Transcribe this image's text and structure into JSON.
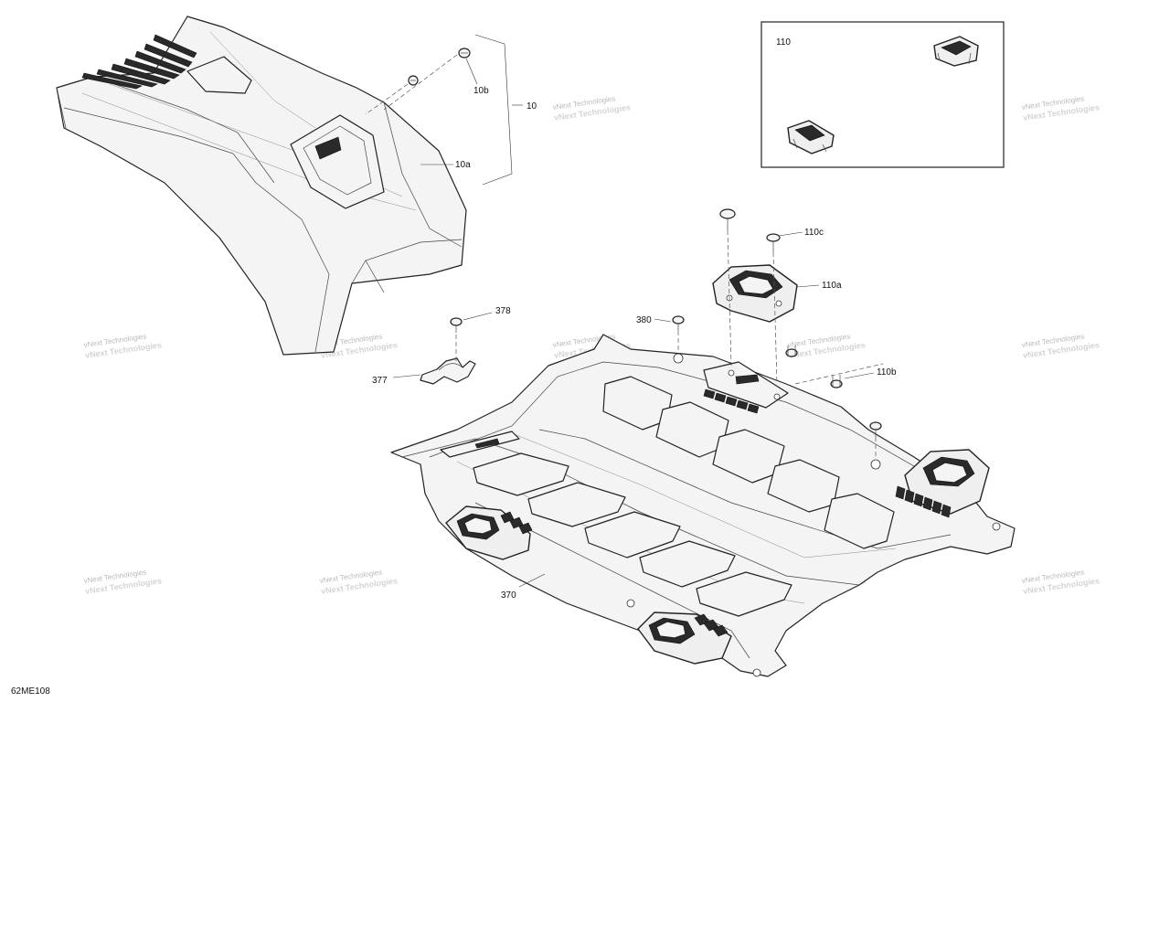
{
  "diagram_code": "62ME108",
  "callouts": {
    "c10": "10",
    "c10a": "10a",
    "c10b": "10b",
    "c110": "110",
    "c110a": "110a",
    "c110b": "110b",
    "c110c": "110c",
    "c370": "370",
    "c377": "377",
    "c378": "378",
    "c380": "380"
  },
  "watermark": {
    "line1": "vNext Technologies",
    "line2": "vNext Technologies"
  }
}
